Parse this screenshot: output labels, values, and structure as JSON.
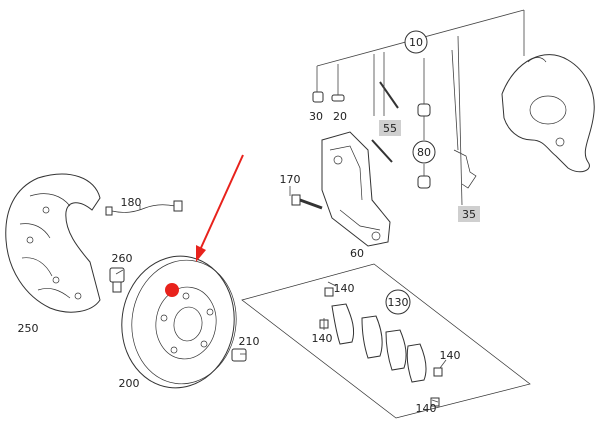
{
  "colors": {
    "arrow": "#e8221c",
    "marker": "#e8221c",
    "badge_fill": "#cfcfcf",
    "line": "#444444"
  },
  "labels": {
    "p10": "10",
    "p30": "30",
    "p20": "20",
    "p55": "55",
    "p80": "80",
    "p35": "35",
    "p170": "170",
    "p180": "180",
    "p60": "60",
    "p260": "260",
    "p250": "250",
    "p200": "200",
    "p210": "210",
    "p130": "130",
    "p140a": "140",
    "p140b": "140",
    "p140c": "140",
    "p140d": "140"
  }
}
